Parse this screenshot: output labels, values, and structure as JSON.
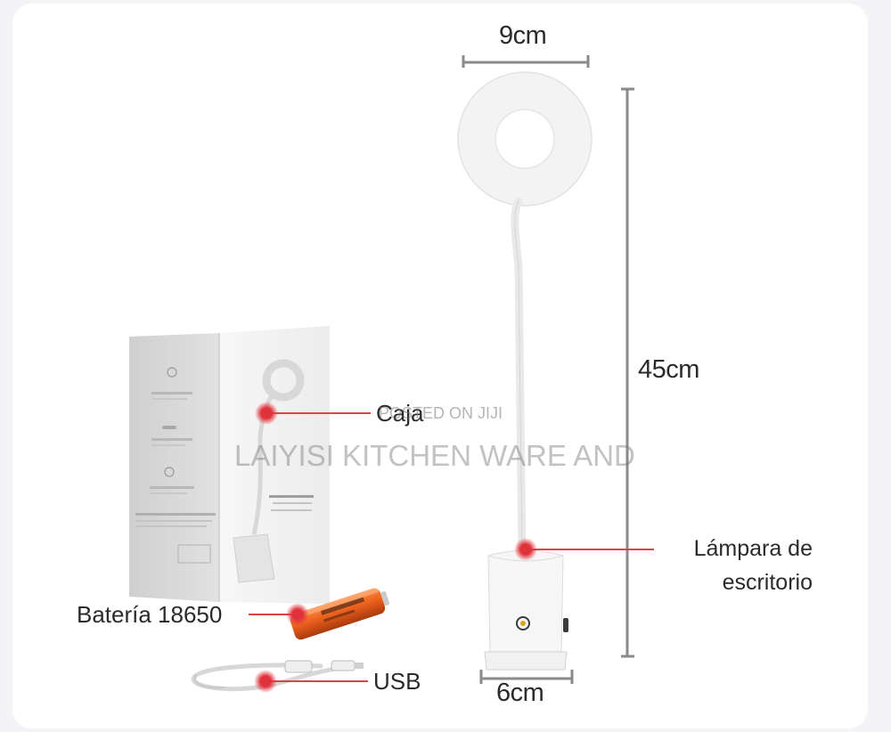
{
  "dimensions": {
    "head_width": "9cm",
    "height": "45cm",
    "base_width": "6cm"
  },
  "callouts": {
    "box": "Caja",
    "lamp_line1": "Lámpara de",
    "lamp_line2": "escritorio",
    "battery": "Batería 18650",
    "usb": "USB"
  },
  "watermark": {
    "line1": "POSTED ON JIJI",
    "line2": "LAIYISI KITCHEN WARE AND"
  },
  "colors": {
    "callout_dot": "#e0323a",
    "callout_line": "#d9454b",
    "dimension_line": "#8a8a8a",
    "battery_orange": "#e85d1c"
  }
}
